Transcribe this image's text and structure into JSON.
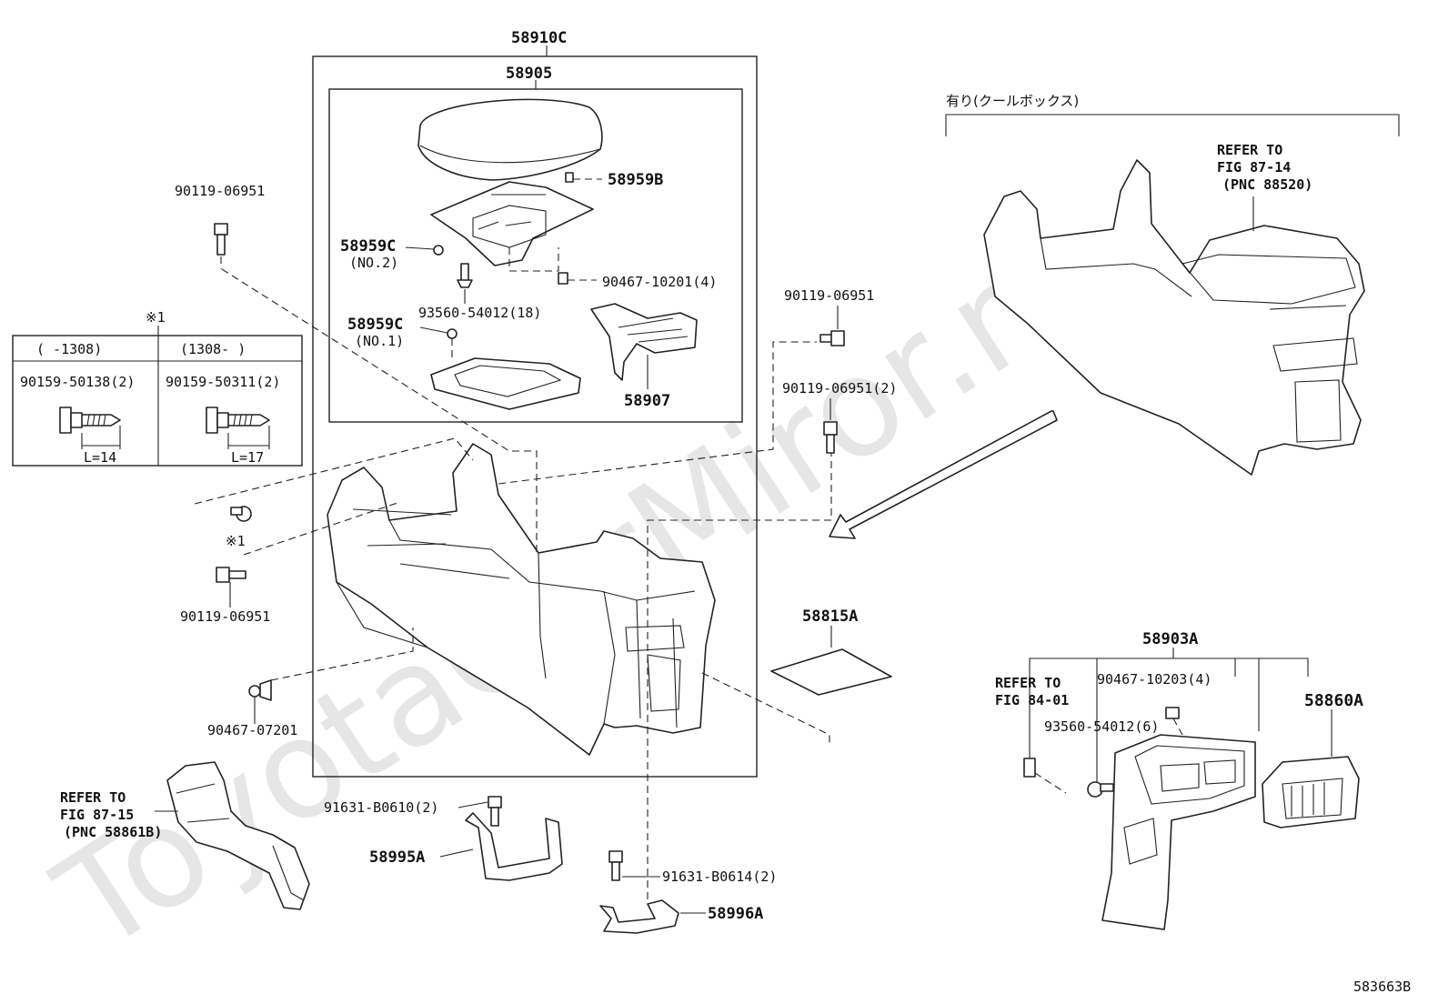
{
  "watermark": "ToyotaCarMiror.ru",
  "figure_code": "583663B",
  "option_label": "有り(クールボックス)",
  "refer": {
    "top_right": [
      "REFER TO",
      "FIG 87-14",
      "(PNC 88520)"
    ],
    "bottom_left": [
      "REFER TO",
      "FIG 87-15",
      "(PNC 58861B)"
    ],
    "bottom_right": [
      "REFER TO",
      "FIG 84-01"
    ]
  },
  "inset_table": {
    "marker": "※1",
    "header_left": "(     -1308)",
    "header_right": "(1308-      )",
    "left_part": "90159-50138(2)",
    "right_part": "90159-50311(2)",
    "left_length": "L=14",
    "right_length": "L=17"
  },
  "parts": {
    "p58910C": "58910C",
    "p58905": "58905",
    "p58959B": "58959B",
    "p58959C_top": "58959C",
    "p58959C_top_sub": "(NO.2)",
    "p90467_10201": "90467-10201(4)",
    "p93560_54012_18": "93560-54012(18)",
    "p58959C_bot": "58959C",
    "p58959C_bot_sub": "(NO.1)",
    "p58907": "58907",
    "p90119_06951_a": "90119-06951",
    "p90119_06951_b": "90119-06951",
    "p90119_06951_c": "90119-06951(2)",
    "p90119_06951_d": "90119-06951",
    "marker_x1": "※1",
    "p90467_07201": "90467-07201",
    "p58815A": "58815A",
    "p91631_B0610": "91631-B0610(2)",
    "p58995A": "58995A",
    "p91631_B0614": "91631-B0614(2)",
    "p58996A": "58996A",
    "p58903A": "58903A",
    "p90467_10203": "90467-10203(4)",
    "p93560_54012_6": "93560-54012(6)",
    "p58860A": "58860A"
  }
}
